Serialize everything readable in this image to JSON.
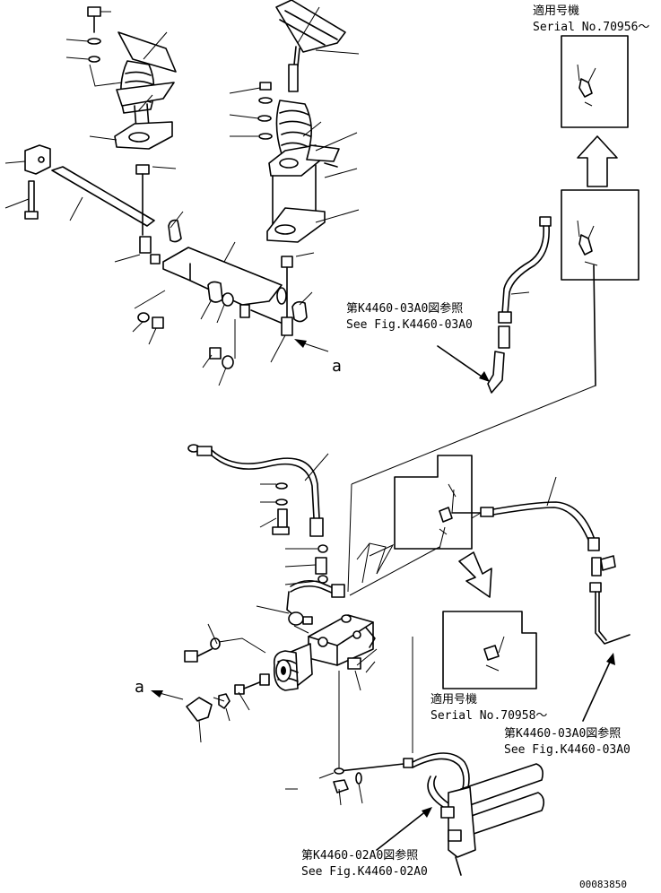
{
  "notes": {
    "serial_top": {
      "jp": "適用号機",
      "en": "Serial No.70956～"
    },
    "serial_mid": {
      "jp": "適用号機",
      "en": "Serial No.70958～"
    },
    "ref_upper": {
      "jp": "第K4460-03A0図参照",
      "en": "See Fig.K4460-03A0"
    },
    "ref_right": {
      "jp": "第K4460-03A0図参照",
      "en": "See Fig.K4460-03A0"
    },
    "ref_bottom": {
      "jp": "第K4460-02A0図参照",
      "en": "See Fig.K4460-02A0"
    }
  },
  "view_markers": {
    "upper": "a",
    "lower": "a"
  },
  "drawing_number": "00083850",
  "colors": {
    "line": "#000000",
    "background": "#ffffff"
  }
}
